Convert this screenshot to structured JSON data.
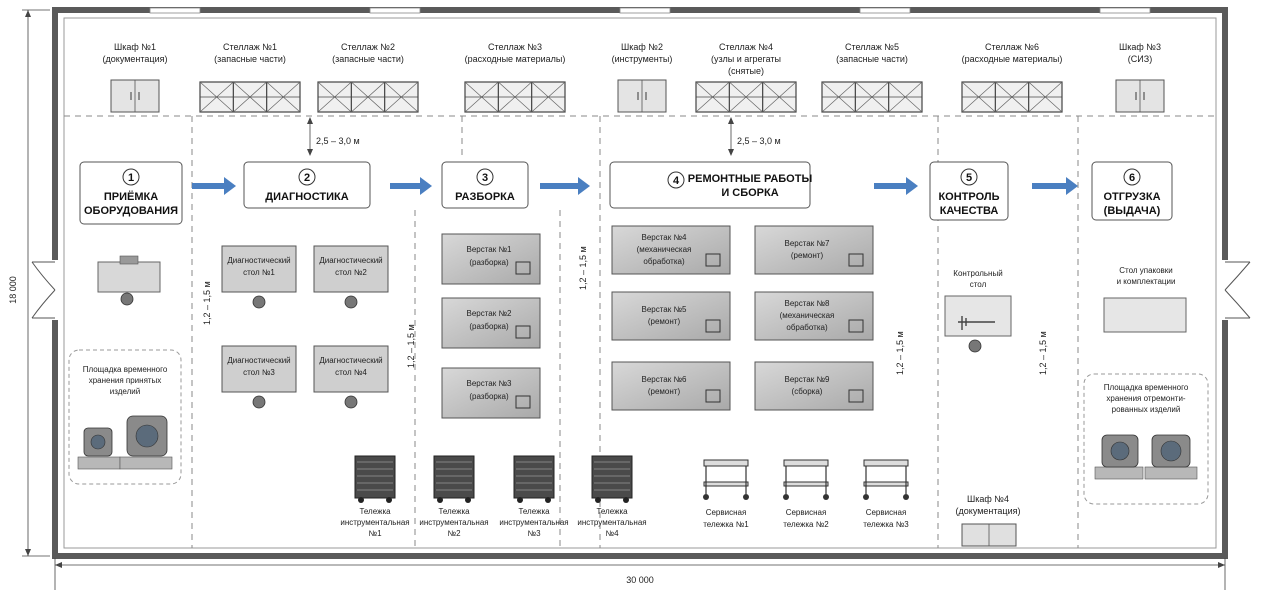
{
  "dimensions": {
    "width": "30 000",
    "height": "18 000"
  },
  "storage": [
    {
      "id": "cab1",
      "type": "cabinet",
      "l1": "Шкаф №1",
      "l2": "(документация)"
    },
    {
      "id": "rack1",
      "type": "rack",
      "l1": "Стеллаж №1",
      "l2": "(запасные части)"
    },
    {
      "id": "rack2",
      "type": "rack",
      "l1": "Стеллаж №2",
      "l2": "(запасные части)"
    },
    {
      "id": "rack3",
      "type": "rack",
      "l1": "Стеллаж №3",
      "l2": "(расходные материалы)"
    },
    {
      "id": "cab2",
      "type": "cabinet",
      "l1": "Шкаф №2",
      "l2": "(инструменты)"
    },
    {
      "id": "rack4",
      "type": "rack",
      "l1": "Стеллаж №4",
      "l2": "(узлы и агрегаты",
      "l3": "(снятые)"
    },
    {
      "id": "rack5",
      "type": "rack",
      "l1": "Стеллаж №5",
      "l2": "(запасные части)"
    },
    {
      "id": "rack6",
      "type": "rack",
      "l1": "Стеллаж №6",
      "l2": "(расходные материалы)"
    },
    {
      "id": "cab3",
      "type": "cabinet",
      "l1": "Шкаф №3",
      "l2": "(СИЗ)"
    }
  ],
  "aisle_dims": [
    "2,5 – 3,0 м",
    "2,5 – 3,0 м"
  ],
  "zone_dims": [
    "1,2 – 1,5 м",
    "1,2 – 1,5 м",
    "1,2 – 1,5 м",
    "1,2 – 1,5 м",
    "1,2 – 1,5 м"
  ],
  "stages": [
    {
      "num": "1",
      "l1": "ПРИЁМКА",
      "l2": "ОБОРУДОВАНИЯ"
    },
    {
      "num": "2",
      "l1": "ДИАГНОСТИКА",
      "l2": ""
    },
    {
      "num": "3",
      "l1": "РАЗБОРКА",
      "l2": ""
    },
    {
      "num": "4",
      "l1": "РЕМОНТНЫЕ РАБОТЫ",
      "l2": "И СБОРКА"
    },
    {
      "num": "5",
      "l1": "КОНТРОЛЬ",
      "l2": "КАЧЕСТВА"
    },
    {
      "num": "6",
      "l1": "ОТГРУЗКА",
      "l2": "(ВЫДАЧА)"
    }
  ],
  "diag_tables": [
    {
      "l1": "Диагностический",
      "l2": "стол №1"
    },
    {
      "l1": "Диагностический",
      "l2": "стол №2"
    },
    {
      "l1": "Диагностический",
      "l2": "стол №3"
    },
    {
      "l1": "Диагностический",
      "l2": "стол №4"
    }
  ],
  "disassembly_benches": [
    {
      "l1": "Верстак №1",
      "l2": "(разборка)"
    },
    {
      "l1": "Верстак №2",
      "l2": "(разборка)"
    },
    {
      "l1": "Верстак №3",
      "l2": "(разборка)"
    }
  ],
  "repair_benches": [
    {
      "l1": "Верстак №4",
      "l2": "(механическая",
      "l3": "обработка)"
    },
    {
      "l1": "Верстак №7",
      "l2": "(ремонт)",
      "l3": ""
    },
    {
      "l1": "Верстак №5",
      "l2": "(ремонт)",
      "l3": ""
    },
    {
      "l1": "Верстак №8",
      "l2": "(механическая",
      "l3": "обработка)"
    },
    {
      "l1": "Верстак №6",
      "l2": "(ремонт)",
      "l3": ""
    },
    {
      "l1": "Верстак №9",
      "l2": "(сборка)",
      "l3": ""
    }
  ],
  "tool_carts": [
    {
      "l1": "Тележка",
      "l2": "инструментальная",
      "l3": "№1"
    },
    {
      "l1": "Тележка",
      "l2": "инструментальная",
      "l3": "№2"
    },
    {
      "l1": "Тележка",
      "l2": "инструментальная",
      "l3": "№3"
    },
    {
      "l1": "Тележка",
      "l2": "инструментальная",
      "l3": "№4"
    }
  ],
  "service_carts": [
    {
      "l1": "Сервисная",
      "l2": "тележка №1"
    },
    {
      "l1": "Сервисная",
      "l2": "тележка №2"
    },
    {
      "l1": "Сервисная",
      "l2": "тележка №3"
    }
  ],
  "intake_area": {
    "l1": "Площадка временного",
    "l2": "хранения принятых",
    "l3": "изделий"
  },
  "ship_area": {
    "l1": "Площадка временного",
    "l2": "хранения отремонти-",
    "l3": "рованных изделий"
  },
  "control_table": {
    "l1": "Контрольный",
    "l2": "стол"
  },
  "pack_table": {
    "l1": "Стол упаковки",
    "l2": "и комплектации"
  },
  "cab4": {
    "l1": "Шкаф №4",
    "l2": "(документация)"
  },
  "colors": {
    "wall": "#555555",
    "arrow": "#4a7fc1",
    "furniture": "#d9d9d9",
    "bench": "#c4c4c4",
    "dash": "#888888"
  }
}
